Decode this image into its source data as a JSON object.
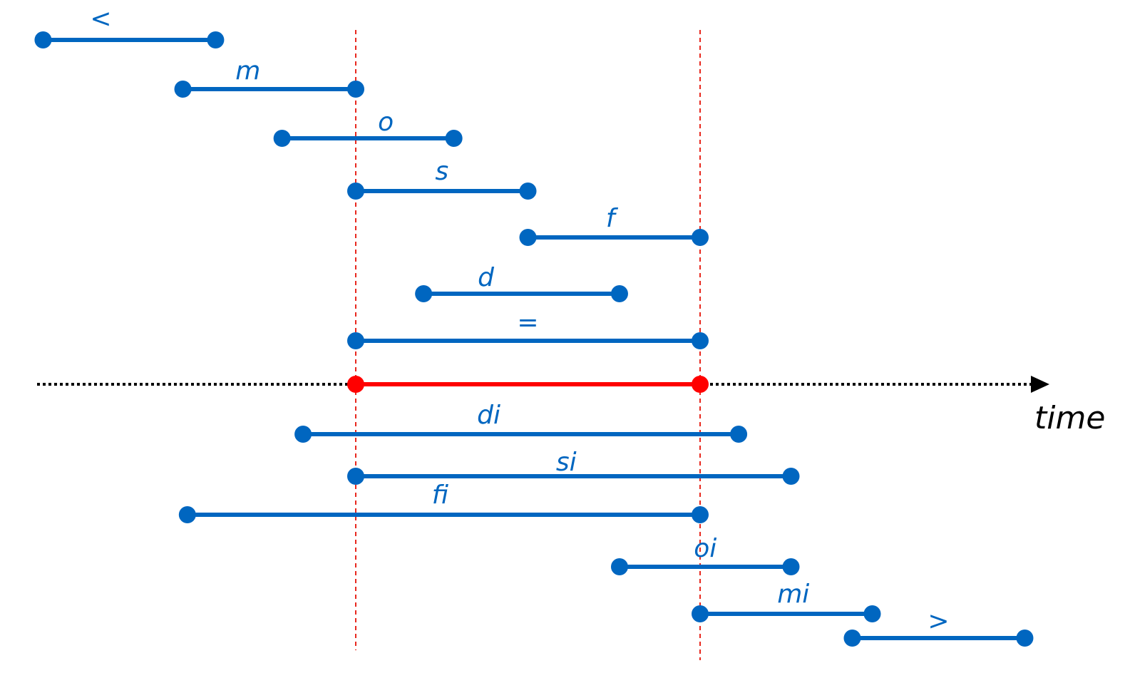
{
  "colors": {
    "interval": "#0066c0",
    "reference": "#ff0000",
    "guide": "#e8281e",
    "axis": "#000000"
  },
  "axis": {
    "label": "time"
  },
  "reference": {
    "start": 0,
    "end": 1
  },
  "intervals": [
    {
      "label": "<",
      "start": -0.908,
      "end": -0.407
    },
    {
      "label": "m",
      "start": -0.502,
      "end": 0.0
    },
    {
      "label": "o",
      "start": -0.214,
      "end": 0.285
    },
    {
      "label": "s",
      "start": 0.0,
      "end": 0.5
    },
    {
      "label": "f",
      "start": 0.5,
      "end": 1.0
    },
    {
      "label": "d",
      "start": 0.197,
      "end": 0.766
    },
    {
      "label": "=",
      "start": 0.0,
      "end": 1.0
    },
    {
      "label": "di",
      "start": -0.153,
      "end": 1.112
    },
    {
      "label": "si",
      "start": 0.0,
      "end": 1.264
    },
    {
      "label": "fi",
      "start": -0.489,
      "end": 1.0
    },
    {
      "label": "oi",
      "start": 0.766,
      "end": 1.264
    },
    {
      "label": "mi",
      "start": 1.0,
      "end": 1.5
    },
    {
      "label": ">",
      "start": 1.442,
      "end": 1.943
    }
  ]
}
